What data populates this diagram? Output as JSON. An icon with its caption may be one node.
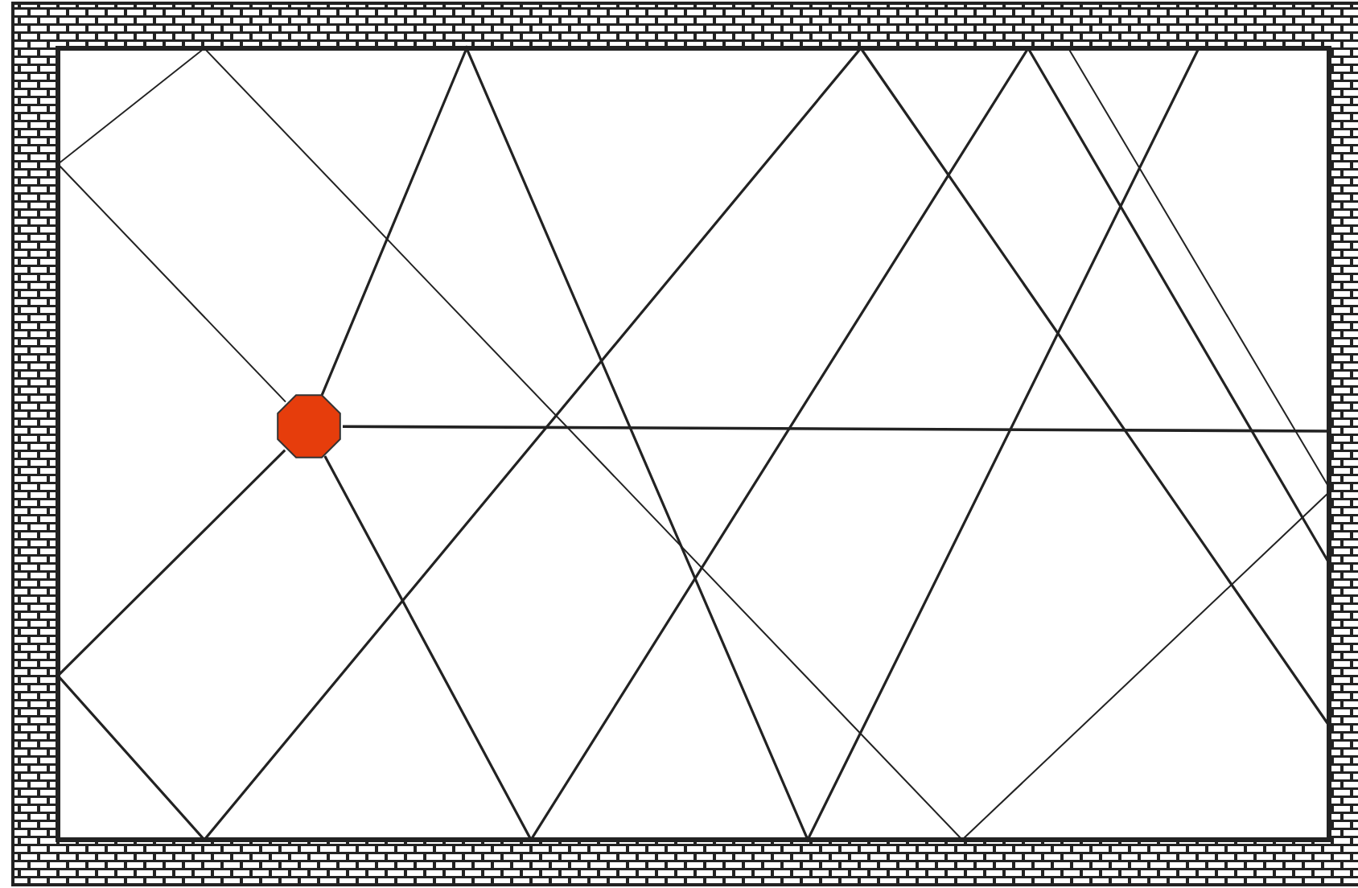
{
  "diagram": {
    "nodes": [
      {
        "text": [],
        "shape": "box"
      },
      {
        "text": [],
        "shape": "circle",
        "in": 0
      }
    ],
    "edges": [
      {
        "from": 1,
        "to": null,
        "arrow": "none"
      },
      {
        "from": 1,
        "to": null,
        "arrow": "none"
      },
      {
        "from": 1,
        "to": null,
        "arrow": "none"
      },
      {
        "from": 1,
        "to": null,
        "arrow": "none"
      },
      {
        "from": 1,
        "to": null,
        "arrow": "none"
      }
    ]
  }
}
